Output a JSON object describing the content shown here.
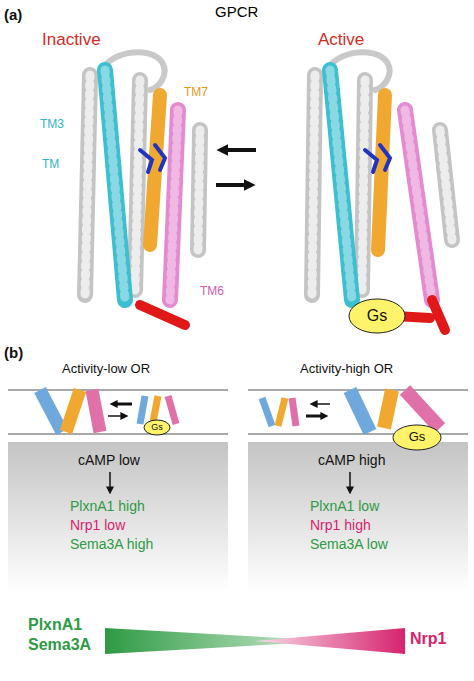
{
  "diagram": {
    "title": "GPCR",
    "nodes": [
      {
        "text": [
          "Gs"
        ]
      },
      {
        "text": [
          "Gs"
        ]
      },
      {
        "text": [
          "Gs"
        ]
      },
      {
        "text": [
          "cAMP low",
          "PlxnA1 high",
          "Nrp1 low",
          "Sema3A high"
        ]
      },
      {
        "text": [
          "cAMP high",
          "PlxnA1 low",
          "Nrp1 high",
          "Sema3A low"
        ]
      }
    ],
    "labels": [
      "(a)",
      "Inactive",
      "Active",
      "TM3",
      "TM",
      "TM7",
      "TM6",
      "(b)",
      "Activity-low OR",
      "Activity-high OR",
      "PlxnA1",
      "Sema3A",
      "Nrp1"
    ]
  }
}
